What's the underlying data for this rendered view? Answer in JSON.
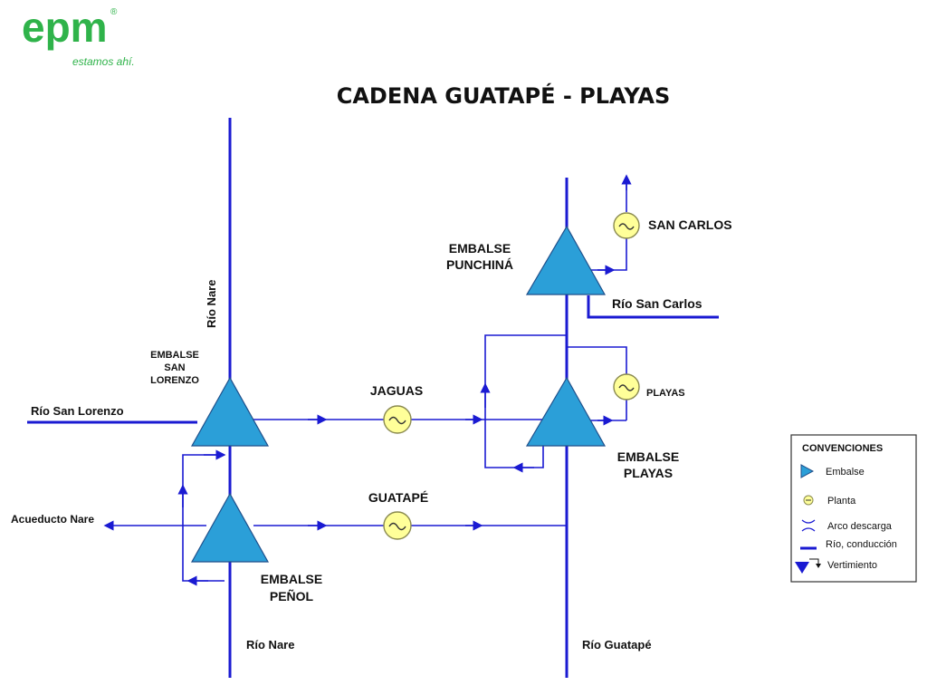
{
  "brand": {
    "name": "epm",
    "tagline": "estamos ahí.",
    "registered_mark": "®",
    "color": "#2fb34a"
  },
  "title": "CADENA GUATAPÉ - PLAYAS",
  "colors": {
    "line": "#1a1ad2",
    "reservoir_fill": "#2b9fd8",
    "reservoir_stroke": "#1f4f8a",
    "plant_fill": "#ffff99",
    "plant_stroke": "#8a8a50"
  },
  "labels": {
    "rio_nare_top": "Río Nare",
    "embalse_san_lorenzo": [
      "EMBALSE",
      "SAN",
      "LORENZO"
    ],
    "rio_san_lorenzo": "Río San Lorenzo",
    "jaguas": "JAGUAS",
    "guatape": "GUATAPÉ",
    "acueducto_nare": "Acueducto Nare",
    "embalse_penol": [
      "EMBALSE",
      "PEÑOL"
    ],
    "rio_nare_bottom": "Río Nare",
    "embalse_punchina": [
      "EMBALSE",
      "PUNCHINÁ"
    ],
    "san_carlos": "SAN CARLOS",
    "rio_san_carlos": "Río San Carlos",
    "playas": "PLAYAS",
    "embalse_playas": [
      "EMBALSE",
      "PLAYAS"
    ],
    "rio_guatape": "Río Guatapé"
  },
  "legend": {
    "title": "CONVENCIONES",
    "items": [
      {
        "label": "Embalse",
        "icon": "reservoir-icon"
      },
      {
        "label": "Planta",
        "icon": "plant-icon"
      },
      {
        "label": "Arco descarga",
        "icon": "discharge-arc-icon"
      },
      {
        "label": "Río, conducción",
        "icon": "river-line-icon"
      },
      {
        "label": "Vertimiento",
        "icon": "spillway-icon"
      }
    ]
  }
}
